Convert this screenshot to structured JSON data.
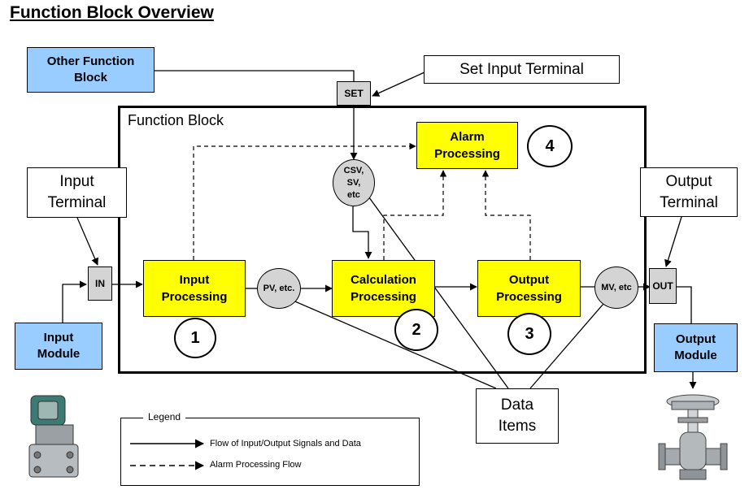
{
  "title": "Function Block Overview",
  "function_block_label": "Function Block",
  "other_function_block": "Other Function\nBlock",
  "set_input_terminal": "Set Input Terminal",
  "set_terminal": "SET",
  "input_terminal": "Input\nTerminal",
  "in_terminal": "IN",
  "input_module": "Input\nModule",
  "output_terminal": "Output\nTerminal",
  "out_terminal": "OUT",
  "output_module": "Output\nModule",
  "processing": {
    "input": "Input\nProcessing",
    "calculation": "Calculation\nProcessing",
    "output": "Output\nProcessing",
    "alarm": "Alarm\nProcessing"
  },
  "data_nodes": {
    "csv": "CSV,\nSV,\netc",
    "pv": "PV, etc.",
    "mv": "MV, etc"
  },
  "numbers": [
    "1",
    "2",
    "3",
    "4"
  ],
  "data_items": "Data\nItems",
  "legend": {
    "title": "Legend",
    "solid": "Flow of Input/Output Signals and Data",
    "dashed": "Alarm Processing Flow"
  }
}
